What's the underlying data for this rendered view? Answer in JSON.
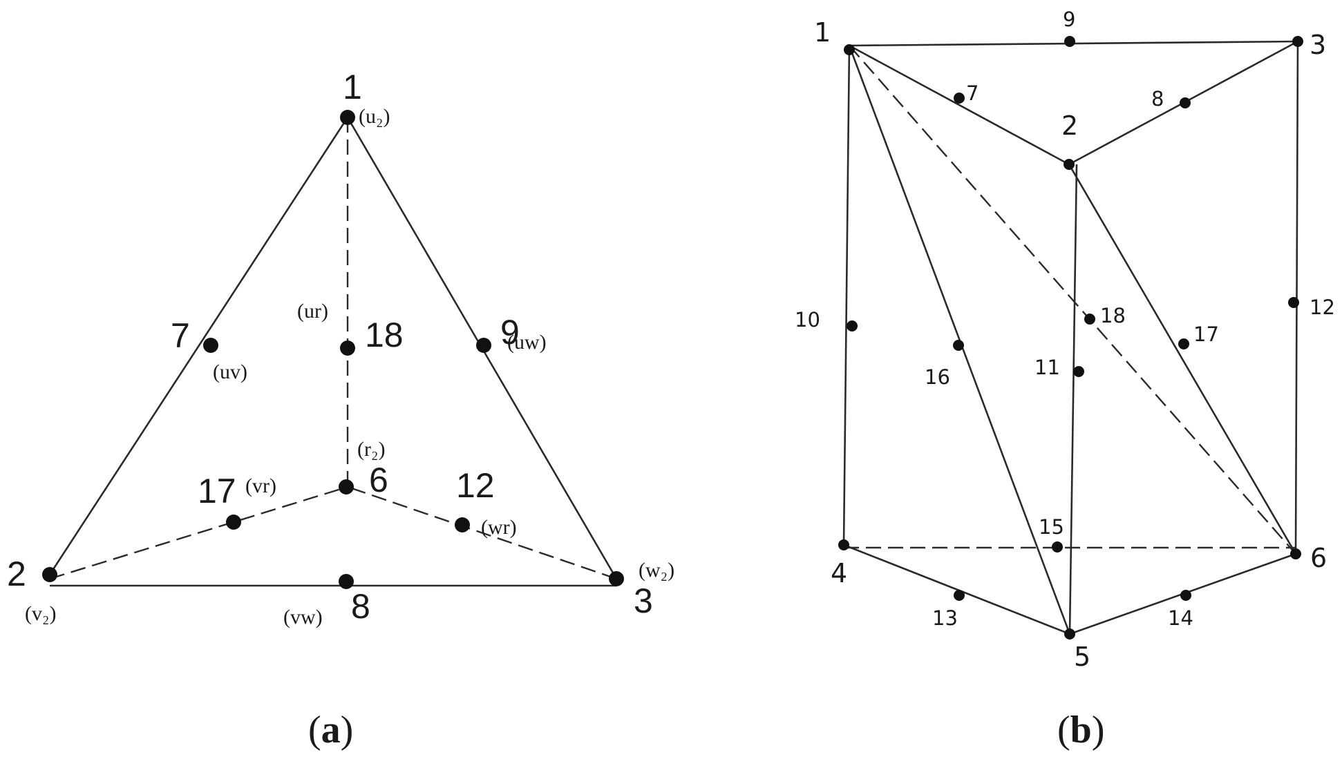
{
  "panel_a": {
    "caption": {
      "open": "(",
      "letter": "a",
      "close": ")"
    },
    "nodes": {
      "n1": {
        "label": "1",
        "param": "(u₂)"
      },
      "n2": {
        "label": "2",
        "param": "(v₂)"
      },
      "n3": {
        "label": "3",
        "param": "(w₂)"
      },
      "n6": {
        "label": "6",
        "param": "(r₂)"
      },
      "n7": {
        "label": "7",
        "param": "(uv)"
      },
      "n8": {
        "label": "8",
        "param": "(vw)"
      },
      "n9": {
        "label": "9",
        "param": "(uw)"
      },
      "n12": {
        "label": "12",
        "param": "(wr)"
      },
      "n17": {
        "label": "17",
        "param": "(vr)"
      },
      "n18": {
        "label": "18",
        "param": "(ur)"
      }
    }
  },
  "panel_b": {
    "caption": {
      "open": "(",
      "letter": "b",
      "close": ")"
    },
    "nodes": {
      "n1": "1",
      "n2": "2",
      "n3": "3",
      "n4": "4",
      "n5": "5",
      "n6": "6",
      "n7": "7",
      "n8": "8",
      "n9": "9",
      "n10": "10",
      "n11": "11",
      "n12": "12",
      "n13": "13",
      "n14": "14",
      "n15": "15",
      "n16": "16",
      "n17": "17",
      "n18": "18"
    }
  }
}
